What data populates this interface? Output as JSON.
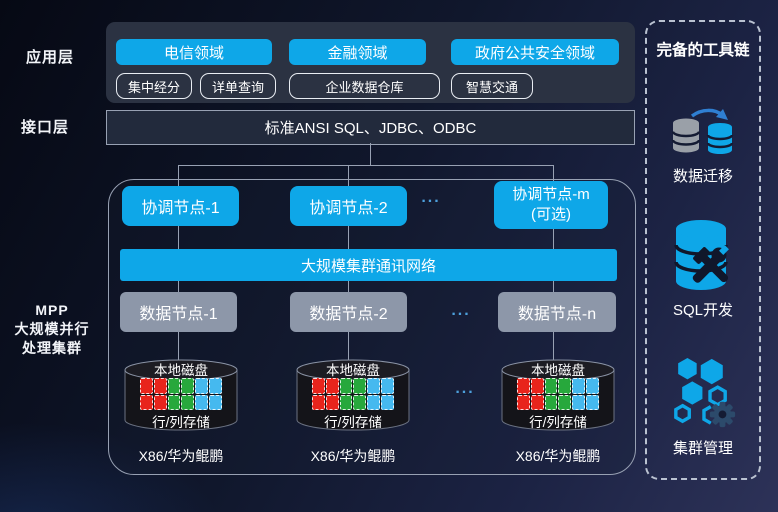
{
  "colors": {
    "bg1": "#060914",
    "bg2": "#10172c",
    "bg3": "#1c2344",
    "bg4": "#2d3258",
    "accent": "#0ea7e8",
    "graynode": "#8d97a9",
    "panel": "#2b3242",
    "sqlbox": "#222a3c",
    "line": "#98a1b3",
    "dots": "#4da0dc",
    "cellred": "#e8241c",
    "cellgreen": "#27a83c",
    "cellblue": "#45b9ef",
    "toolgray": "#9aa0a8",
    "gear": "#2c4a6b",
    "arrow": "#2f7fd2"
  },
  "left_labels": {
    "app": "应用层",
    "interface": "接口层",
    "mpp_line1": "MPP",
    "mpp_line2": "大规模并行",
    "mpp_line3": "处理集群"
  },
  "app_layer": {
    "domains": [
      {
        "label": "电信领域"
      },
      {
        "label": "金融领域"
      },
      {
        "label": "政府公共安全领域"
      }
    ],
    "apps": [
      {
        "label": "集中经分"
      },
      {
        "label": "详单查询"
      },
      {
        "label": "企业数据仓库"
      },
      {
        "label": "智慧交通"
      }
    ]
  },
  "interface_layer": {
    "standards": "标准ANSI SQL、JDBC、ODBC"
  },
  "cluster": {
    "coordinators": [
      {
        "label": "协调节点-1"
      },
      {
        "label": "协调节点-2"
      }
    ],
    "coordinator_optional": {
      "label": "协调节点-m",
      "sublabel": "(可选)"
    },
    "ellipsis": "...",
    "network": "大规模集群通讯网络",
    "datanodes": [
      {
        "label": "数据节点-1"
      },
      {
        "label": "数据节点-2"
      },
      {
        "label": "数据节点-n"
      }
    ],
    "disk": {
      "title": "本地磁盘",
      "storage": "行/列存储"
    },
    "host": "X86/华为鲲鹏"
  },
  "toolchain": {
    "title": "完备的工具链",
    "tools": [
      {
        "label": "数据迁移",
        "icon": "data-migration-icon"
      },
      {
        "label": "SQL开发",
        "icon": "sql-development-icon"
      },
      {
        "label": "集群管理",
        "icon": "cluster-management-icon"
      }
    ]
  }
}
